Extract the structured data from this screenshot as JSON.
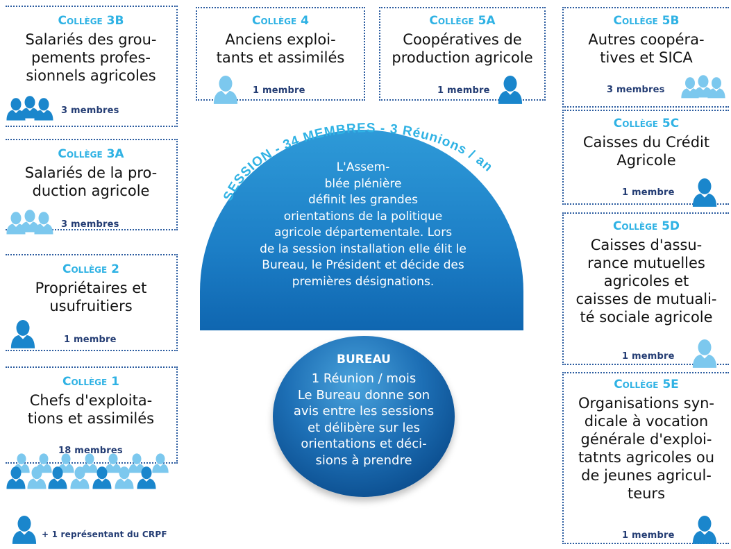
{
  "left_column": [
    {
      "title_prefix": "Collège",
      "title_num": "3B",
      "desc": [
        "Salariés des grou-",
        "pements profes-",
        "sionnels agricoles"
      ],
      "members": "3 membres"
    },
    {
      "title_prefix": "Collège",
      "title_num": "3A",
      "desc": [
        "Salariés de la pro-",
        "duction agricole"
      ],
      "members": "3 membres"
    },
    {
      "title_prefix": "Collège",
      "title_num": "2",
      "desc": [
        "Propriétaires et",
        "usufruitiers"
      ],
      "members": "1 membre"
    },
    {
      "title_prefix": "Collège",
      "title_num": "1",
      "desc": [
        "Chefs d'exploita-",
        "tions et assimilés"
      ],
      "members": "18 membres"
    }
  ],
  "top_row": [
    {
      "title_prefix": "Collège",
      "title_num": "4",
      "desc": [
        "Anciens exploi-",
        "tants et assimilés"
      ],
      "members": "1 membre"
    },
    {
      "title_prefix": "Collège",
      "title_num": "5A",
      "desc": [
        "Coopératives de",
        "production agricole"
      ],
      "members": "1 membre"
    }
  ],
  "right_column": [
    {
      "title_prefix": "Collège",
      "title_num": "5B",
      "desc": [
        "Autres coopéra-",
        "tives et SICA"
      ],
      "members": "3 membres"
    },
    {
      "title_prefix": "Collège",
      "title_num": "5C",
      "desc": [
        "Caisses du Crédit",
        "Agricole"
      ],
      "members": "1 membre"
    },
    {
      "title_prefix": "Collège",
      "title_num": "5D",
      "desc": [
        "Caisses d'assu-",
        "rance mutuelles",
        "agricoles et",
        "caisses de mutuali-",
        "té sociale agricole"
      ],
      "members": "1 membre"
    },
    {
      "title_prefix": "Collège",
      "title_num": "5E",
      "desc": [
        "Organisations syn-",
        "dicale à vocation",
        "générale d'exploi-",
        "tatnts agricoles ou",
        "de jeunes agricul-",
        "teurs"
      ],
      "members": "1 membre"
    }
  ],
  "crpf": "+ 1 représentant du CRPF",
  "session": {
    "arc_text": "SESSION - 34 MEMBRES - 3 Réunions / an",
    "lines": [
      "L'Assem-",
      "blée plénière",
      "définit les grandes",
      "orientations de la politique",
      "agricole départementale. Lors",
      "de la session installation elle élit le",
      "Bureau, le Président et décide des",
      "premières désignations."
    ]
  },
  "bureau": {
    "title": "BUREAU",
    "lines": [
      "1 Réunion / mois",
      "Le Bureau donne son",
      "avis entre les sessions",
      "et délibère sur les",
      "orientations et déci-",
      "sions à prendre"
    ]
  },
  "colors": {
    "accent": "#2fb2e4",
    "dark_blue": "#233c73",
    "icon_dark": "#1a86cc",
    "icon_light": "#7cc8ee",
    "dotted": "#2a5b9f"
  }
}
